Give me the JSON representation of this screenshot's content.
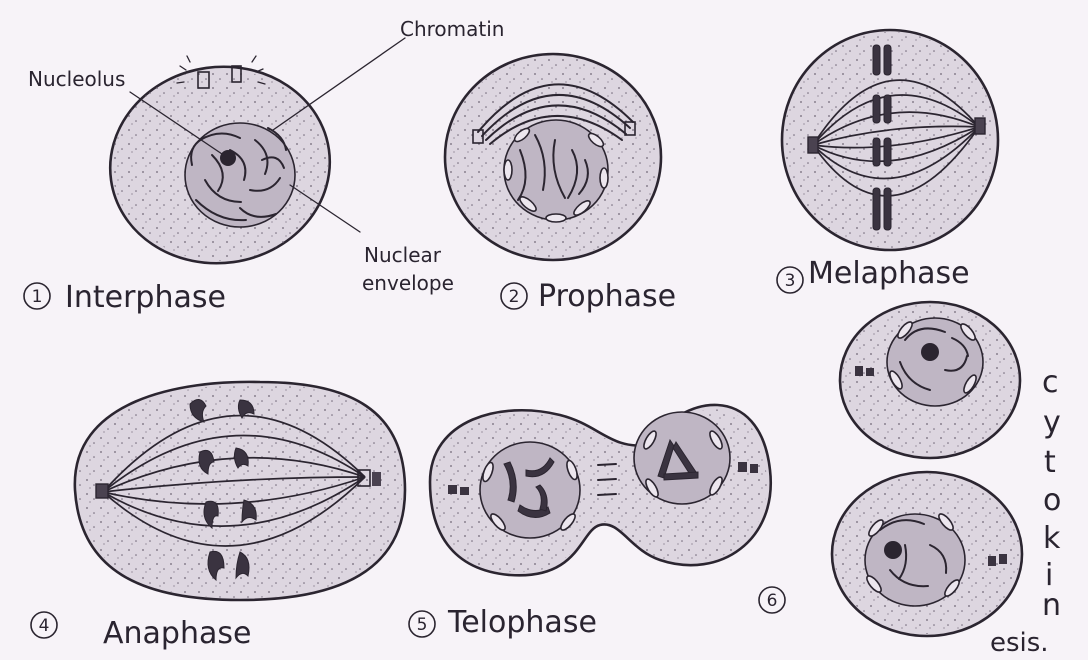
{
  "labels": {
    "nucleolus": "Nucleolus",
    "chromatin": "Chromatin",
    "nuclear_envelope_line1": "Nuclear",
    "nuclear_envelope_line2": "envelope"
  },
  "stages": [
    {
      "number": "1",
      "name": "Interphase"
    },
    {
      "number": "2",
      "name": "Prophase"
    },
    {
      "number": "3",
      "name": "Melaphase"
    },
    {
      "number": "4",
      "name": "Anaphase"
    },
    {
      "number": "5",
      "name": "Telophase"
    },
    {
      "number": "6",
      "name": ""
    }
  ],
  "cytokinesis_letters": [
    "c",
    "y",
    "t",
    "o",
    "k",
    "i",
    "n",
    "esis."
  ]
}
